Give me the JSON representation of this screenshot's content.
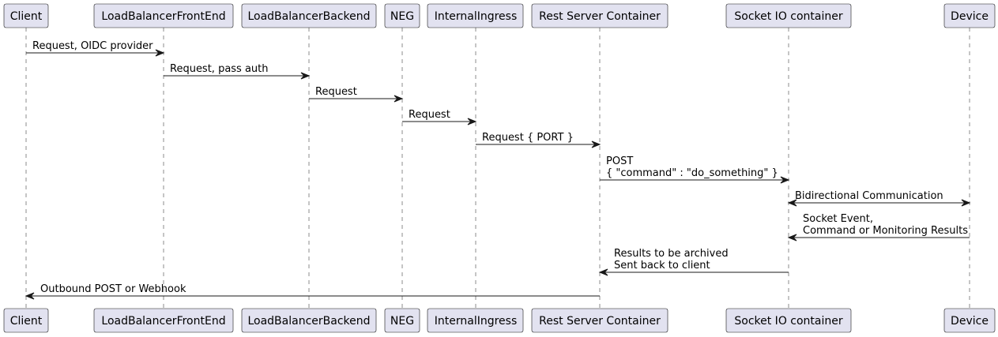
{
  "diagram": {
    "type": "sequence",
    "participants": [
      "Client",
      "LoadBalancerFrontEnd",
      "LoadBalancerBackend",
      "NEG",
      "InternalIngress",
      "Rest Server Container",
      "Socket IO container",
      "Device"
    ],
    "messages": [
      {
        "from": "Client",
        "to": "LoadBalancerFrontEnd",
        "lines": [
          "Request, OIDC provider"
        ]
      },
      {
        "from": "LoadBalancerFrontEnd",
        "to": "LoadBalancerBackend",
        "lines": [
          "Request, pass auth"
        ]
      },
      {
        "from": "LoadBalancerBackend",
        "to": "NEG",
        "lines": [
          "Request"
        ]
      },
      {
        "from": "NEG",
        "to": "InternalIngress",
        "lines": [
          "Request"
        ]
      },
      {
        "from": "InternalIngress",
        "to": "Rest Server Container",
        "lines": [
          "Request { PORT }"
        ]
      },
      {
        "from": "Rest Server Container",
        "to": "Socket IO container",
        "lines": [
          "POST",
          "{ \"command\" : \"do_something\" }"
        ]
      },
      {
        "from": "Socket IO container",
        "to": "Device",
        "bidirectional": true,
        "lines": [
          "Bidirectional Communication"
        ]
      },
      {
        "from": "Device",
        "to": "Socket IO container",
        "lines": [
          "Socket Event,",
          "Command or Monitoring Results"
        ]
      },
      {
        "from": "Socket IO container",
        "to": "Rest Server Container",
        "lines": [
          "Results to be archived",
          "Sent back to client"
        ]
      },
      {
        "from": "Rest Server Container",
        "to": "Client",
        "lines": [
          "Outbound POST or Webhook"
        ]
      }
    ]
  }
}
